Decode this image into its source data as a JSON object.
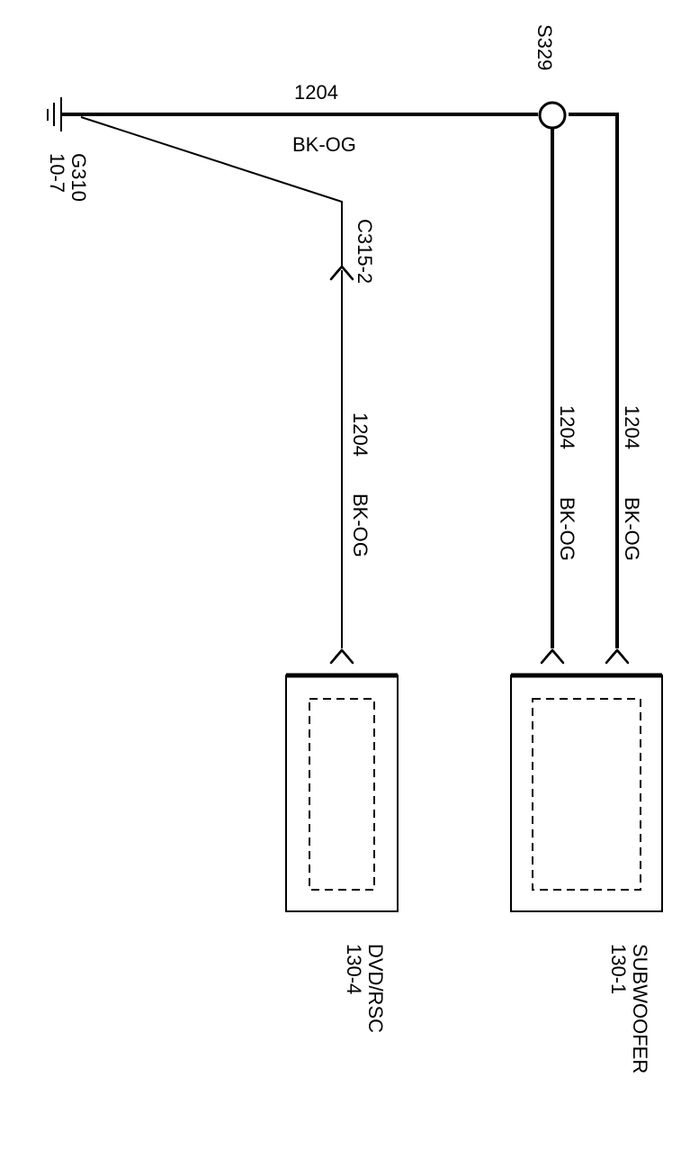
{
  "ground": {
    "id": "G310",
    "ref": "10-7"
  },
  "splice": {
    "id": "S329"
  },
  "connector": {
    "id": "C315-2"
  },
  "wires": {
    "main_top": {
      "circuit": "1204",
      "color": "BK-OG"
    },
    "to_dvd": {
      "circuit": "1204",
      "color": "BK-OG"
    },
    "splice_to_sub": {
      "circuit": "1204",
      "color": "BK-OG"
    },
    "return_to_sub": {
      "circuit": "1204",
      "color": "BK-OG"
    }
  },
  "components": {
    "dvd": {
      "name": "DVD/RSC",
      "ref": "130-4"
    },
    "subwoofer": {
      "name": "SUBWOOFER",
      "ref": "130-1"
    }
  }
}
